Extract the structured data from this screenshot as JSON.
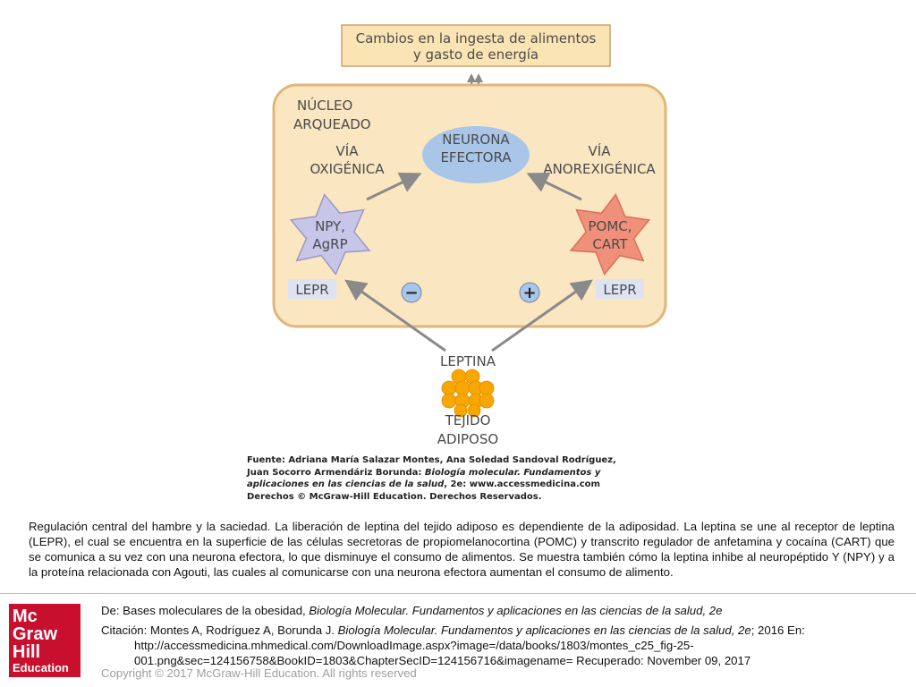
{
  "figure": {
    "top_box": {
      "line1": "Cambios en la ingesta de alimentos",
      "line2": "y gasto de energía"
    },
    "nucleus_label": {
      "line1": "NÚCLEO",
      "line2": "ARQUEADO"
    },
    "left_path": {
      "line1": "VÍA",
      "line2": "OXIGÉNICA"
    },
    "right_path": {
      "line1": "VÍA",
      "line2": "ANOREXIGÉNICA"
    },
    "effector": {
      "line1": "NEURONA",
      "line2": "EFECTORA"
    },
    "left_star": {
      "line1": "NPY,",
      "line2": "AgRP"
    },
    "right_star": {
      "line1": "POMC,",
      "line2": "CART"
    },
    "left_receptor": "LEPR",
    "right_receptor": "LEPR",
    "minus_sign": "−",
    "plus_sign": "+",
    "leptin": "LEPTINA",
    "tissue": {
      "line1": "TEJIDO",
      "line2": "ADIPOSO"
    },
    "source": {
      "line1": "Fuente: Adriana María Salazar Montes, Ana Soledad Sandoval Rodríguez,",
      "line2_plain": "Juan Socorro Armendáriz Borunda: ",
      "line2_italic": "Biología molecular. Fundamentos y",
      "line3_italic": "aplicaciones en las ciencias de la salud",
      "line3_plain": ", 2e: www.accessmedicina.com",
      "line4": "Derechos © McGraw-Hill Education. Derechos Reservados."
    },
    "colors": {
      "nucleus_fill": "#fbe6c2",
      "nucleus_stroke": "#e0b778",
      "top_box_fill": "#fbe4b4",
      "effector_fill": "#a9c6e8",
      "left_star_fill": "#c7c6e8",
      "right_star_fill": "#f1907a",
      "receptor_fill": "#dde3f2",
      "adipose_fill": "#f7a800",
      "arrow": "#8a8a8a"
    }
  },
  "caption": "Regulación central del hambre y la saciedad. La liberación de leptina del tejido adiposo es dependiente de la adiposidad. La leptina se une al receptor de leptina (LEPR), el cual se encuentra en la superficie de las células secretoras de propiomelanocortina (POMC) y transcrito regulador de anfetamina y cocaína (CART) que se comunica a su vez con una neurona efectora, lo que disminuye el consumo de alimentos. Se muestra también cómo la leptina inhibe al neuropéptido Y (NPY) y a la proteína relacionada con Agouti, las cuales al comunicarse con una neurona efectora aumentan el consumo de alimento.",
  "logo": {
    "line1": "Mc",
    "line2": "Graw",
    "line3": "Hill",
    "line4": "Education"
  },
  "reference": {
    "de_prefix": "De: Bases moleculares de la obesidad, ",
    "de_title": "Biología Molecular. Fundamentos y aplicaciones en las ciencias de la salud, 2e",
    "cit_prefix": "Citación: Montes A, Rodríguez A, Borunda J. ",
    "cit_title": "Biología Molecular. Fundamentos y aplicaciones en las ciencias de la salud, 2e",
    "cit_suffix": "; 2016 En:",
    "url": "http://accessmedicina.mhmedical.com/DownloadImage.aspx?image=/data/books/1803/montes_c25_fig-25-001.png&sec=124156758&BookID=1803&ChapterSecID=124156716&imagename= Recuperado: November 09, 2017"
  },
  "copyright": "Copyright © 2017 McGraw-Hill Education. All rights reserved"
}
